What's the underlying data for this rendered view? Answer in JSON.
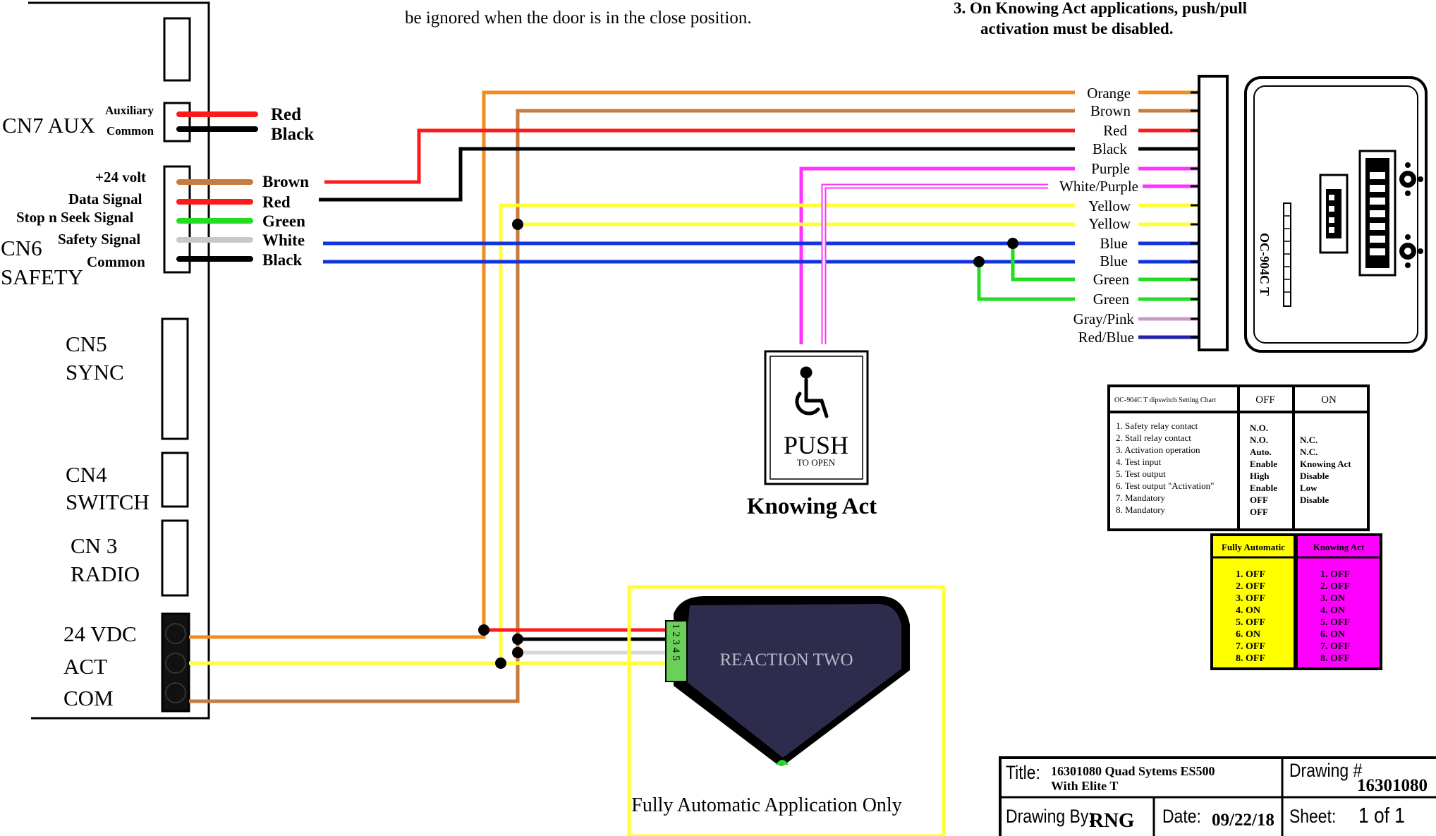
{
  "notes": {
    "fragment": "be ignored when the door is in the close position.",
    "note3_line1": "3.  On Knowing Act applications, push/pull",
    "note3_line2": "activation must be disabled."
  },
  "controller": {
    "cn7_label": "CN7 AUX",
    "cn7_pins": [
      "Auxiliary",
      "Common"
    ],
    "cn7_wires": [
      "Red",
      "Black"
    ],
    "cn6_label_1": "CN6",
    "cn6_label_2": "SAFETY",
    "cn6_pins": [
      "+24 volt",
      "Data Signal",
      "Stop n Seek Signal",
      "Safety Signal",
      "Common"
    ],
    "cn6_wires": [
      "Brown",
      "Red",
      "Green",
      "White",
      "Black"
    ],
    "cn5": [
      "CN5",
      "SYNC"
    ],
    "cn4": [
      "CN4",
      "SWITCH"
    ],
    "cn3": [
      "CN 3",
      "RADIO"
    ],
    "power": [
      "24 VDC",
      "ACT",
      "COM"
    ]
  },
  "sensor": {
    "model_label": "OC-904C T",
    "wire_labels": [
      "Orange",
      "Brown",
      "Red",
      "Black",
      "Purple",
      "White/Purple",
      "Yellow",
      "Yellow",
      "Blue",
      "Blue",
      "Green",
      "Green",
      "Gray/Pink",
      "Red/Blue"
    ],
    "wire_colors": [
      "#f28c1e",
      "#c77b3e",
      "#ff1a1a",
      "#000000",
      "#ff33ff",
      "#ff33ff",
      "#ffff33",
      "#ffff33",
      "#1133dd",
      "#1133dd",
      "#22dd22",
      "#22dd22",
      "#c89ac8",
      "#2222aa"
    ]
  },
  "push_button": {
    "text": "PUSH",
    "subtext": "TO OPEN",
    "caption": "Knowing Act"
  },
  "reaction": {
    "label": "REACTION TWO",
    "terminals": "1 2 3 4 5",
    "caption": "Fully Automatic Application Only"
  },
  "dipswitch_chart": {
    "title": "OC-904C T dipswitch Setting Chart",
    "off_header": "OFF",
    "on_header": "ON",
    "rows": [
      "1. Safety relay contact",
      "2. Stall relay contact",
      "3. Activation operation",
      "4. Test input",
      "5. Test output",
      "6. Test output \"Activation\"",
      "7. Mandatory",
      "8. Mandatory"
    ],
    "off_values": [
      "N.O.",
      "N.O.",
      "Auto.",
      "Enable",
      "High",
      "Enable",
      "OFF",
      "OFF"
    ],
    "on_values": [
      "N.C.",
      "N.C.",
      "Knowing Act",
      "Disable",
      "Low",
      "Disable"
    ]
  },
  "settings": {
    "fully_automatic": {
      "header": "Fully Automatic",
      "items": [
        "1. OFF",
        "2. OFF",
        "3. OFF",
        "4. ON",
        "5. OFF",
        "6. ON",
        "7. OFF",
        "8. OFF"
      ],
      "color": "#ffff00"
    },
    "knowing_act": {
      "header": "Knowing Act",
      "items": [
        "1. OFF",
        "2. OFF",
        "3. ON",
        "4. ON",
        "5. OFF",
        "6. ON",
        "7. OFF",
        "8. OFF"
      ],
      "color": "#ff00ff"
    }
  },
  "title_block": {
    "title_label": "Title:",
    "title_value_1": "16301080 Quad Sytems ES500",
    "title_value_2": "With Elite T",
    "drawing_no_label": "Drawing #",
    "drawing_no": "16301080",
    "drawn_by_label": "Drawing By:",
    "drawn_by": "RNG",
    "date_label": "Date:",
    "date": "09/22/18",
    "sheet_label": "Sheet:",
    "sheet": "1 of 1"
  }
}
